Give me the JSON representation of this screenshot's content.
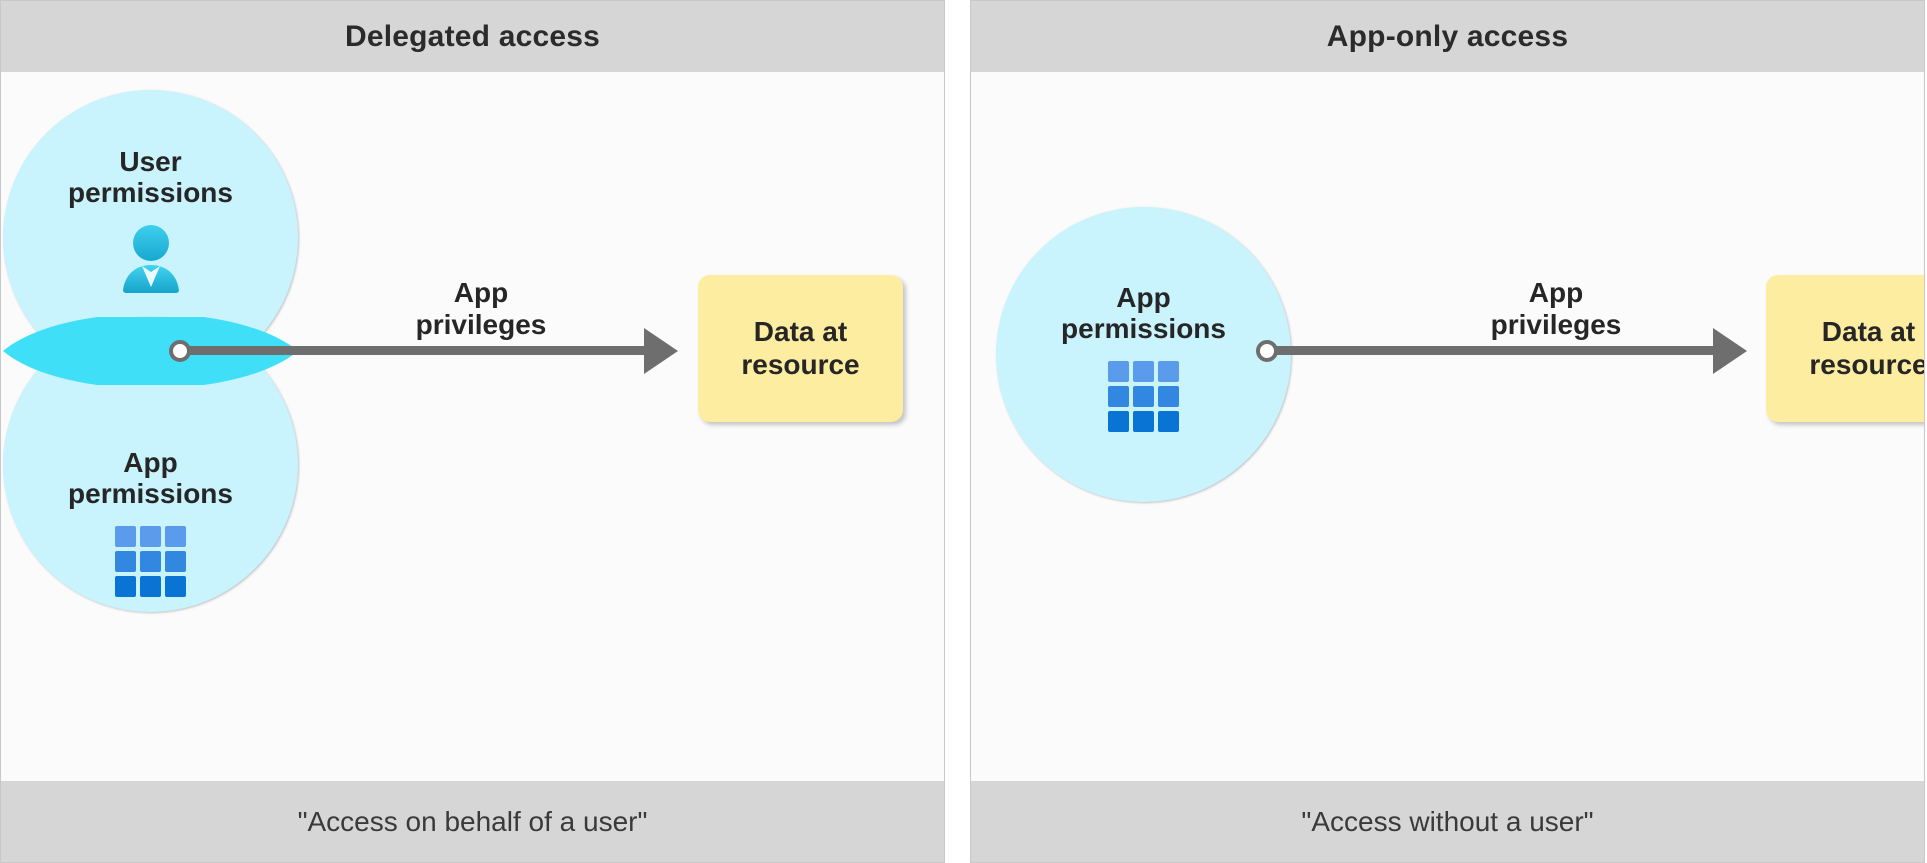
{
  "diagram": {
    "title": "Delegated access vs App-only access",
    "colors": {
      "panel_header_bg": "#d6d6d6",
      "panel_body_bg": "#fbfbfb",
      "panel_border": "#c8c8c8",
      "circle_fill": "#c9f3fd",
      "circle_overlap_fill": "#3fe0f7",
      "resource_fill": "#fdeda0",
      "arrow_gray": "#6e6e6e",
      "text_dark": "#262626",
      "grid_icon_blue_top": "#5b9bec",
      "grid_icon_blue_mid": "#3287e0",
      "grid_icon_blue_bottom": "#0a74d4",
      "user_icon_blue": "#35c6e8"
    }
  },
  "panels": [
    {
      "id": "delegated",
      "header": "Delegated access",
      "footer": "\"Access on behalf of a user\"",
      "circles": [
        {
          "id": "user-permissions",
          "label": "User\npermissions",
          "icon": "user-icon"
        },
        {
          "id": "app-permissions",
          "label": "App\npermissions",
          "icon": "grid-icon"
        }
      ],
      "edge_label": "App\nprivileges",
      "resource": "Data at\nresource"
    },
    {
      "id": "app-only",
      "header": "App-only access",
      "footer": "\"Access without a user\"",
      "circles": [
        {
          "id": "app-permissions",
          "label": "App\npermissions",
          "icon": "grid-icon"
        }
      ],
      "edge_label": "App\nprivileges",
      "resource": "Data at\nresource"
    }
  ]
}
